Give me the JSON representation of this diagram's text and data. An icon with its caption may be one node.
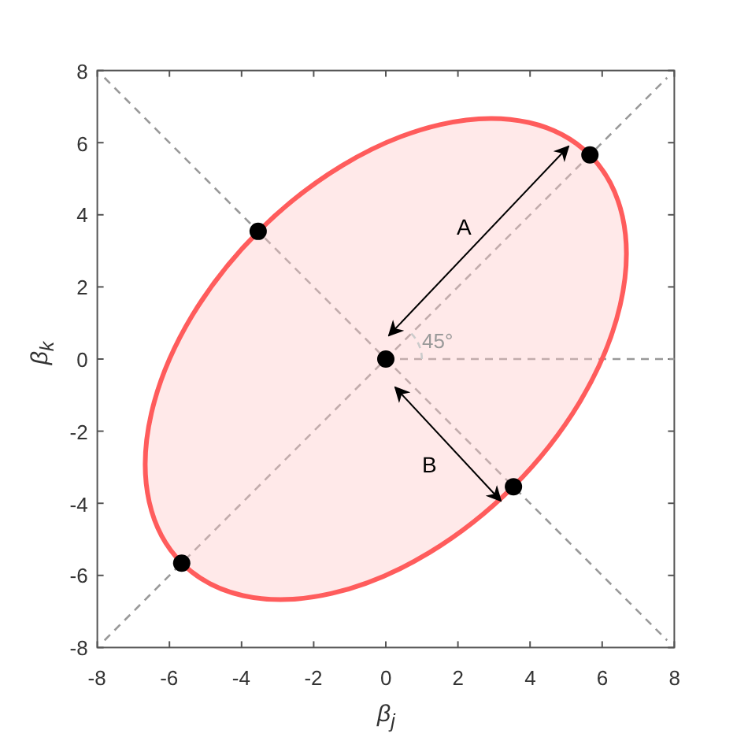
{
  "diagram": {
    "labels": [
      "8",
      "6",
      "4",
      "2",
      "0",
      "-2",
      "-4",
      "-6",
      "-8",
      "A",
      "45°",
      "B",
      "-8",
      "-6",
      "-4",
      "-2",
      "0",
      "2",
      "4",
      "6",
      "8",
      "β$_{k}$",
      "β$_{j}$"
    ]
  }
}
